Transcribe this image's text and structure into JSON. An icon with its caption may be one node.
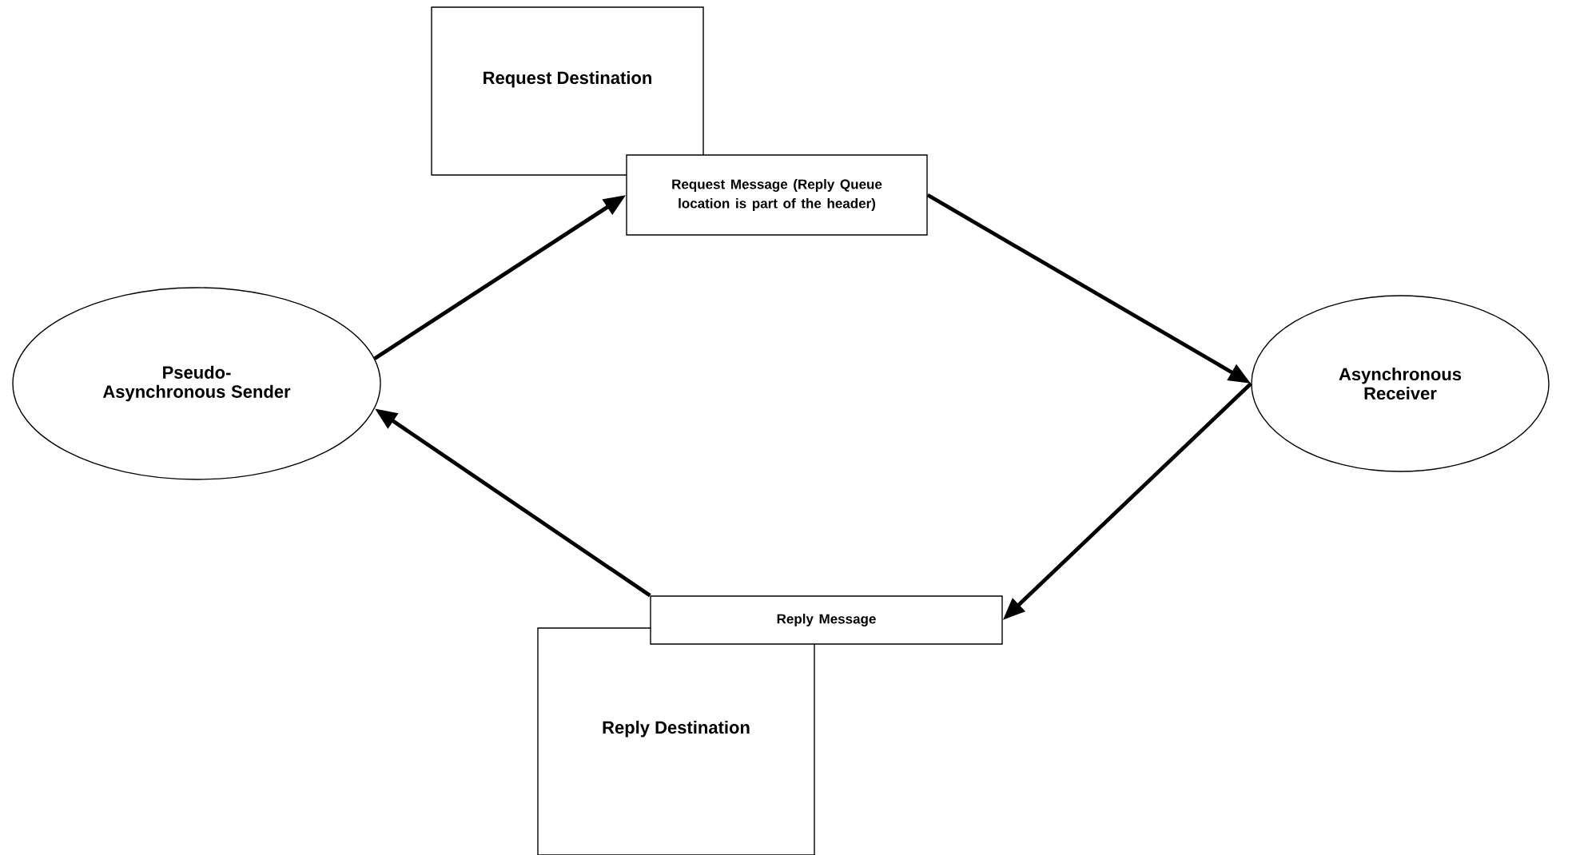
{
  "diagram": {
    "nodes": [
      {
        "text": [
          "Pseudo- Asynchronous Sender"
        ]
      },
      {
        "text": [
          "Request Destination"
        ]
      },
      {
        "text": [
          "Request Message (Reply Queue location is part of the header)"
        ]
      },
      {
        "text": [
          "Asynchronous Receiver"
        ]
      },
      {
        "text": [
          "Reply Destination"
        ]
      },
      {
        "text": [
          "Reply Message"
        ]
      }
    ],
    "edges": [
      {
        "from": 0,
        "to": 2,
        "arrow": "to"
      },
      {
        "from": 2,
        "to": 3,
        "arrow": "to"
      },
      {
        "from": 3,
        "to": 5,
        "arrow": "to"
      },
      {
        "from": 5,
        "to": 0,
        "arrow": "to"
      }
    ]
  }
}
